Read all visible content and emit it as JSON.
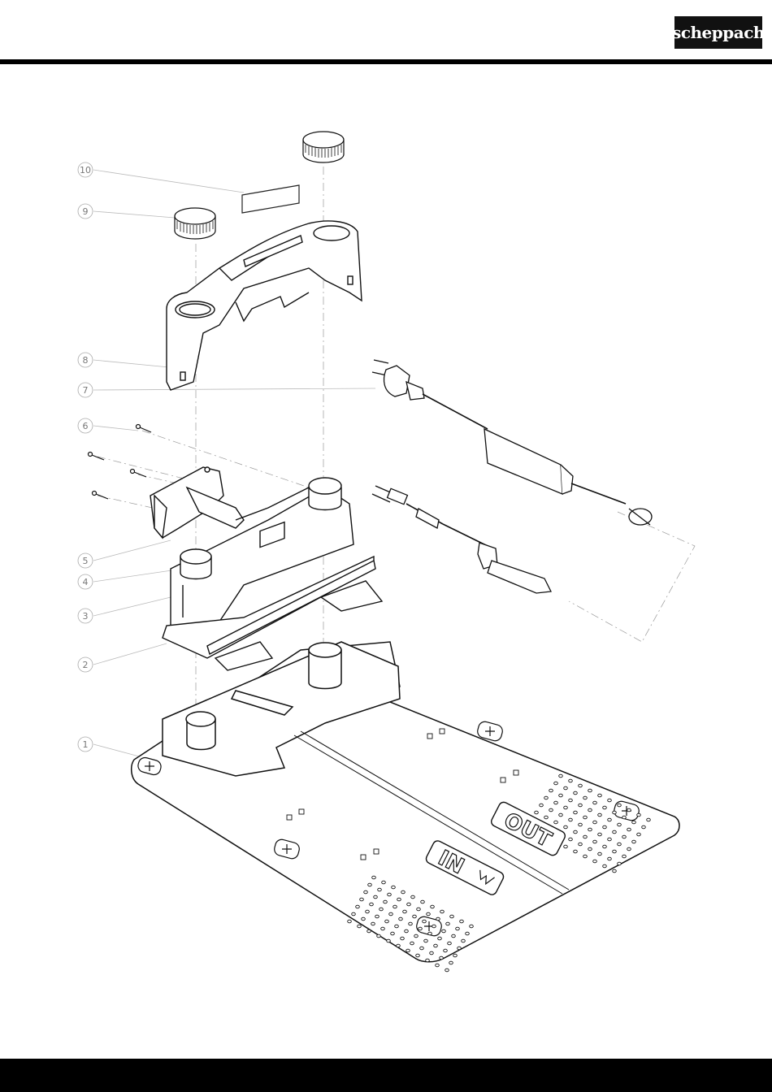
{
  "brand": {
    "logo_text": "scheppach"
  },
  "diagram": {
    "callouts": [
      "10",
      "9",
      "8",
      "7",
      "6",
      "5",
      "4",
      "3",
      "2",
      "1"
    ],
    "plate_labels": {
      "in": "IN",
      "out": "OUT"
    }
  }
}
